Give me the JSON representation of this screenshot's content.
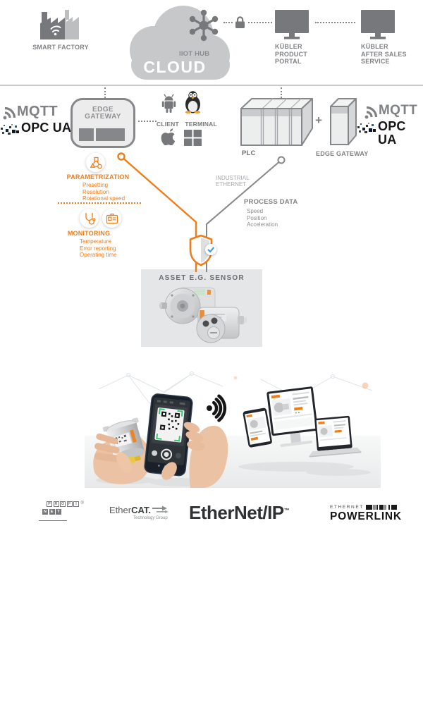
{
  "colors": {
    "orange": "#EF7D1A",
    "gray_icon": "#77787B",
    "gray_text": "#808285",
    "cloud_gray": "#C7C8CA",
    "check_blue": "#3E97DE"
  },
  "header": {
    "smart_factory": "SMART FACTORY",
    "cloud": "CLOUD",
    "iiot_hub": "IIOT HUB",
    "product_portal": "KÜBLER\nPRODUCT\nPORTAL",
    "after_sales": "KÜBLER\nAFTER SALES\nSERVICE"
  },
  "protocols": {
    "mqtt": "MQTT",
    "opc_ua": "OPC UA"
  },
  "gateway_row": {
    "edge_gateway_box": "EDGE\nGATEWAY",
    "client": "CLIENT",
    "terminal": "TERMINAL",
    "plc": "PLC",
    "plus": "+",
    "edge_gateway_right": "EDGE GATEWAY"
  },
  "parametrization": {
    "title": "PARAMETRIZATION",
    "items": [
      "Presetting",
      "Resolution",
      "Rotational speed"
    ]
  },
  "monitoring": {
    "title": "MONITORING",
    "items": [
      "Temperature",
      "Error reporting",
      "Operating time"
    ]
  },
  "connection": {
    "industrial_ethernet": "INDUSTRIAL\nETHERNET",
    "process_data_title": "PROCESS DATA",
    "process_data_items": [
      "Speed",
      "Position",
      "Acceleration"
    ]
  },
  "asset": {
    "title": "ASSET E.G. SENSOR"
  },
  "footer_logos": {
    "profinet_letters_top": [
      "P",
      "R",
      "O",
      "F",
      "I"
    ],
    "profinet_reg": "®",
    "profinet_letters_bottom": [
      "N",
      "E",
      "T"
    ],
    "ethercat_light": "Ether",
    "ethercat_bold": "CAT.",
    "ethercat_sub": "Technology Group",
    "ethernet_ip": "EtherNet/IP",
    "ethernet_ip_tm": "™",
    "powerlink_top": "ETHERNET",
    "powerlink_main": "POWERLINK"
  }
}
